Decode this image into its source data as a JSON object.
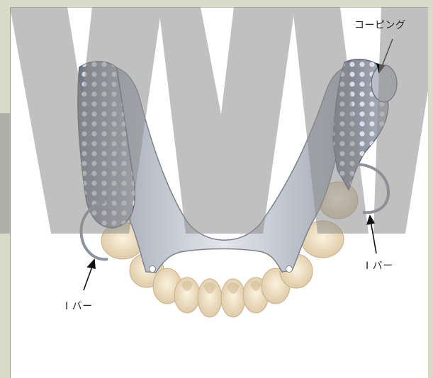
{
  "labels": {
    "coping": "コーピング",
    "i_bar_left": "I バー",
    "i_bar_right": "I バー"
  },
  "colors": {
    "background": "#d7dbc8",
    "panel": "#ffffff",
    "watermark": "#9a9a9a",
    "metal": "#c9cdd6",
    "metal_dark": "#8b929e",
    "tooth": "#f1e4c6",
    "tooth_shadow": "#d8c39a"
  },
  "icons": {
    "arrow": "arrow-icon"
  }
}
